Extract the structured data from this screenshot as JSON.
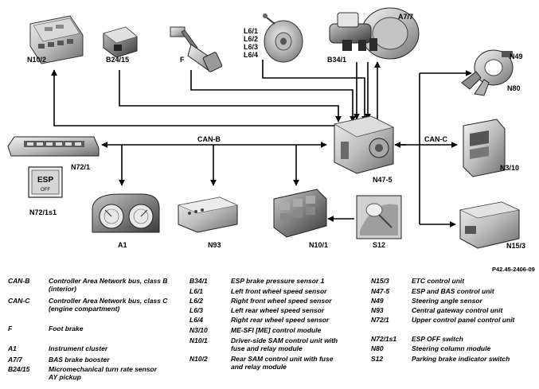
{
  "components": {
    "N10_2": "N10/2",
    "B24_15": "B24/15",
    "F": "F",
    "L6": [
      "L6/1",
      "L6/2",
      "L6/3",
      "L6/4"
    ],
    "B34_1": "B34/1",
    "A7_7": "A7/7",
    "N49": "N49",
    "N80": "N80",
    "N72_1": "N72/1",
    "N72_1s1": "N72/1s1",
    "esp_button_text": "ESP",
    "esp_button_sub": "OFF",
    "N47_5": "N47-5",
    "N3_10": "N3/10",
    "N15_3": "N15/3",
    "A1": "A1",
    "N93": "N93",
    "N10_1": "N10/1",
    "S12": "S12"
  },
  "bus": {
    "can_b": "CAN-B",
    "can_c": "CAN-C"
  },
  "figure_ref": "P42.45-2406-09",
  "legend": {
    "col1": [
      {
        "code": "CAN-B",
        "desc": "Controller Area Network bus, class B (interior)"
      },
      {
        "code": "CAN-C",
        "desc": "Controller Area Network bus, class C (engine compartment)"
      },
      {
        "code": "F",
        "desc": "Foot brake"
      },
      {
        "code": "A1",
        "desc": "Instrument cluster"
      },
      {
        "code": "A7/7",
        "desc": "BAS brake booster"
      },
      {
        "code": "B24/15",
        "desc": "Micromechanical turn rate sensor AY pickup"
      }
    ],
    "col2": [
      {
        "code": "B34/1",
        "desc": "ESP brake pressure sensor 1"
      },
      {
        "code": "L6/1",
        "desc": "Left front wheel speed sensor"
      },
      {
        "code": "L6/2",
        "desc": "Right front wheel speed sensor"
      },
      {
        "code": "L6/3",
        "desc": "Left rear wheel speed sensor"
      },
      {
        "code": "L6/4",
        "desc": "Right rear wheel speed sensor"
      },
      {
        "code": "N3/10",
        "desc": "ME-SFI [ME] control module"
      },
      {
        "code": "N10/1",
        "desc": "Driver-side SAM control unit with fuse and relay module"
      },
      {
        "code": "N10/2",
        "desc": "Rear SAM control unit with fuse and relay module"
      }
    ],
    "col3": [
      {
        "code": "N15/3",
        "desc": "ETC control unit"
      },
      {
        "code": "N47-5",
        "desc": "ESP and BAS control unit"
      },
      {
        "code": "N49",
        "desc": "Steering angle sensor"
      },
      {
        "code": "N93",
        "desc": "Central gateway control unit"
      },
      {
        "code": "N72/1",
        "desc": "Upper control panel control unit"
      },
      {
        "code": "N72/1s1",
        "desc": "ESP OFF switch"
      },
      {
        "code": "N80",
        "desc": "Steering column module"
      },
      {
        "code": "S12",
        "desc": "Parking brake indicator switch"
      }
    ]
  }
}
